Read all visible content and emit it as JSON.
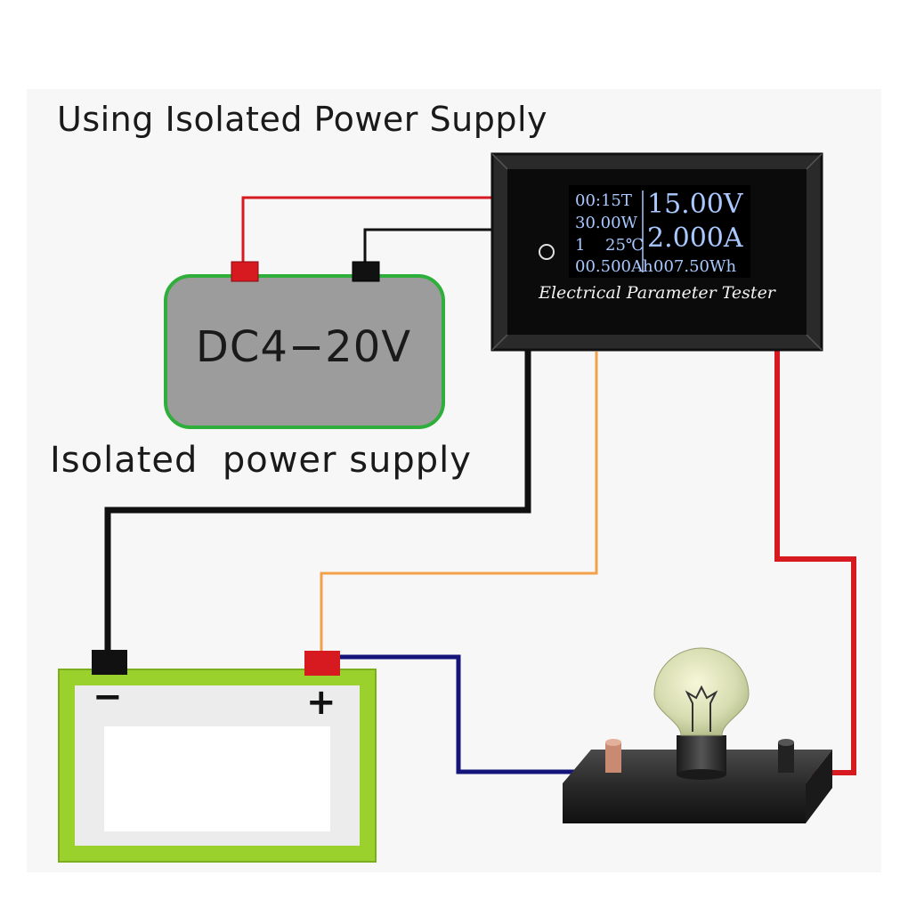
{
  "heading": "Using Isolated Power Supply",
  "psu": {
    "voltage_label": "DC4−20V",
    "caption": "Isolated  power supply"
  },
  "tester": {
    "label": "Electrical Parameter Tester",
    "display": {
      "time": "00:15T",
      "power": "30.00W",
      "channel": "1",
      "temperature": "25℃",
      "capacity": "00.500Ah",
      "energy": "007.50Wh",
      "voltage": "15.00V",
      "current": "2.000A"
    }
  },
  "battery": {
    "negative": "−",
    "positive": "+"
  },
  "wire_colors": {
    "red": "#d71920",
    "black": "#111111",
    "orange": "#f2a04a",
    "blue": "#14147a"
  }
}
